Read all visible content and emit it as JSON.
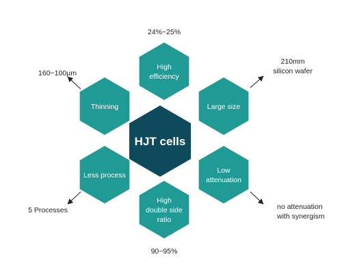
{
  "diagram": {
    "colors": {
      "outer_hex": "#1f9a94",
      "center_hex": "#0f4a5c",
      "text_on_hex": "#ffffff",
      "note_text": "#222222",
      "arrow": "#222222"
    },
    "center": {
      "label": "HJT cells"
    },
    "nodes": [
      {
        "id": "high-efficiency",
        "lines": [
          "High",
          "efficiency"
        ]
      },
      {
        "id": "large-size",
        "lines": [
          "Large size"
        ]
      },
      {
        "id": "low-attenuation",
        "lines": [
          "Low",
          "attenuation"
        ]
      },
      {
        "id": "double-side-ratio",
        "lines": [
          "High",
          "double side",
          "ratio"
        ]
      },
      {
        "id": "less-process",
        "lines": [
          "Less process"
        ]
      },
      {
        "id": "thinning",
        "lines": [
          "Thinning"
        ]
      }
    ],
    "notes": [
      {
        "id": "efficiency-note",
        "lines": [
          "24%~25%"
        ]
      },
      {
        "id": "wafer-note",
        "lines": [
          "210mm",
          "silicon wafer"
        ]
      },
      {
        "id": "attenuation-note",
        "lines": [
          "no attenuation",
          "with synergism"
        ]
      },
      {
        "id": "ratio-note",
        "lines": [
          "90~95%"
        ]
      },
      {
        "id": "process-note",
        "lines": [
          "5 Processes"
        ]
      },
      {
        "id": "thinning-note",
        "lines": [
          "160~100µm"
        ]
      }
    ]
  }
}
